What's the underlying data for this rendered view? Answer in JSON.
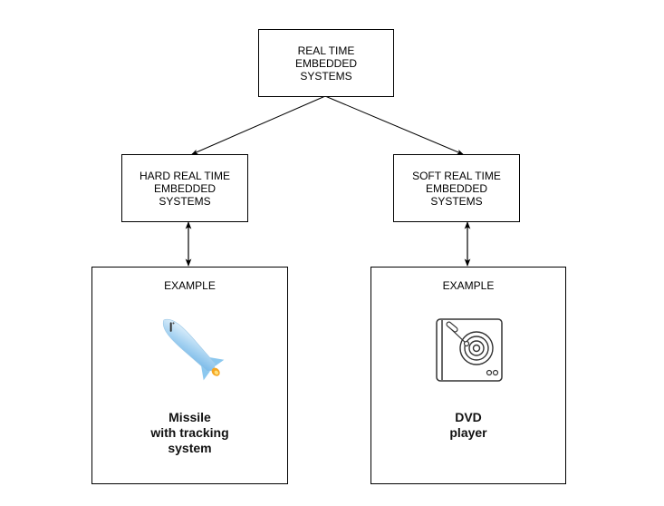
{
  "diagram": {
    "root": {
      "label": "REAL TIME\nEMBEDDED\nSYSTEMS"
    },
    "children": [
      {
        "label": "HARD REAL TIME\nEMBEDDED\nSYSTEMS",
        "example": {
          "heading": "EXAMPLE",
          "icon": "missile-icon",
          "caption": "Missile\nwith tracking\nsystem"
        }
      },
      {
        "label": "SOFT REAL TIME\nEMBEDDED\nSYSTEMS",
        "example": {
          "heading": "EXAMPLE",
          "icon": "dvd-player-icon",
          "caption": "DVD\nplayer"
        }
      }
    ],
    "edges": [
      {
        "from": "root",
        "to": "hard-real-time",
        "style": "arrow"
      },
      {
        "from": "root",
        "to": "soft-real-time",
        "style": "arrow"
      },
      {
        "from": "hard-real-time",
        "to": "hard-example",
        "style": "bidirectional-arrow"
      },
      {
        "from": "soft-real-time",
        "to": "soft-example",
        "style": "bidirectional-arrow"
      }
    ],
    "colors": {
      "stroke": "#000000",
      "missile_body": "#a9d4f2",
      "flame": "#f5a623"
    }
  }
}
